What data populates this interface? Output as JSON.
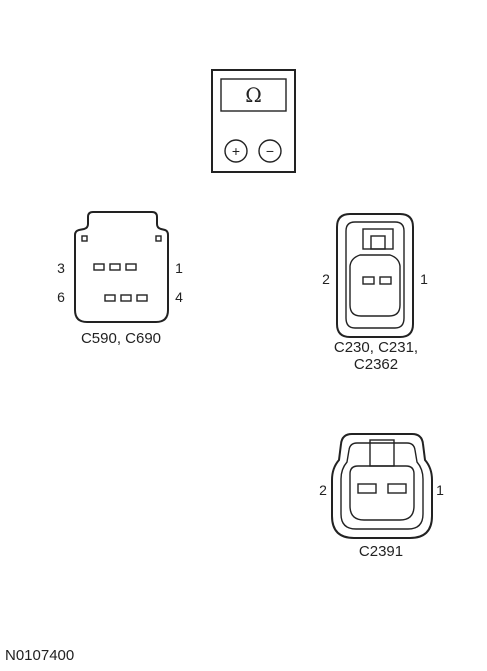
{
  "meter": {
    "display_symbol": "Ω",
    "plus_symbol": "+",
    "minus_symbol": "−"
  },
  "connector_a": {
    "label": "C590, C690",
    "pins": {
      "top_left": "3",
      "top_right": "1",
      "bottom_left": "6",
      "bottom_right": "4"
    }
  },
  "connector_b": {
    "label_line1": "C230, C231,",
    "label_line2": "C2362",
    "pins": {
      "left": "2",
      "right": "1"
    }
  },
  "connector_c": {
    "label": "C2391",
    "pins": {
      "left": "2",
      "right": "1"
    }
  },
  "figure_id": "N0107400"
}
